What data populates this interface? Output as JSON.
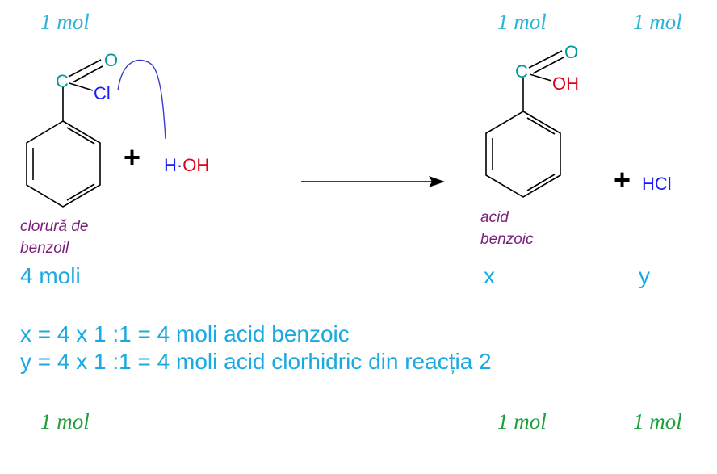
{
  "colors": {
    "mol_top": "#2db3d6",
    "mol_bottom": "#1f9e3c",
    "compound_name": "#7a1f7a",
    "calculation": "#1aa9e0",
    "carbon": "#009999",
    "oxygen": "#e0001a",
    "chlorine": "#1a1aff",
    "hydrogen": "#1a1aff"
  },
  "stoich_top": [
    "1 mol",
    "1 mol",
    "1 mol"
  ],
  "stoich_bottom": [
    "1 mol",
    "1 mol",
    "1 mol"
  ],
  "reactant1": {
    "atoms": {
      "carbon": "C",
      "oxygen": "O",
      "chlorine": "Cl"
    },
    "name_line1": "clorură de",
    "name_line2": "benzoil",
    "amount": "4 moli"
  },
  "reactant2": {
    "h": "H",
    "dot": "·",
    "oh": "OH"
  },
  "product1": {
    "atoms": {
      "carbon": "C",
      "oxygen": "O",
      "hydroxyl": "OH"
    },
    "name_line1": "acid",
    "name_line2": "benzoic",
    "amount": "x"
  },
  "product2": {
    "formula": "HCl",
    "amount": "y"
  },
  "plus_sign": "+",
  "equations": [
    "x = 4 x 1 :1 = 4 moli acid benzoic",
    "y = 4 x 1 :1 = 4 moli acid clorhidric din reacția 2"
  ]
}
